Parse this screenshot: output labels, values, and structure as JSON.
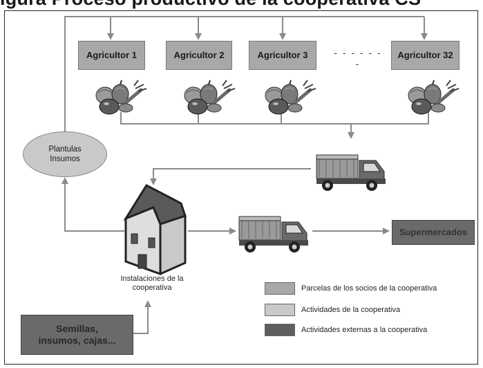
{
  "caption": "igura   Proceso productivo de la cooperativa CS",
  "farmers": [
    {
      "label": "Agricultor 1"
    },
    {
      "label": "Agricultor 2"
    },
    {
      "label": "Agricultor 3"
    },
    {
      "label": "Agricultor 32"
    }
  ],
  "ellipsis": "- - - - - - -",
  "plantulas": {
    "line1": "Plantulas",
    "line2": "Insumos"
  },
  "installations": {
    "line1": "Instalaciones de la",
    "line2": "cooperativa"
  },
  "supermarkets": "Supermercados",
  "supplies": {
    "line1": "Semillas,",
    "line2": "insumos, cajas..."
  },
  "legend": [
    {
      "label": "Parcelas de los socios de la cooperativa",
      "color": "#a8a8a8"
    },
    {
      "label": "Actividades de la cooperativa",
      "color": "#c9c9c9"
    },
    {
      "label": "Actividades externas a la cooperativa",
      "color": "#5e5e5e"
    }
  ],
  "colors": {
    "arrow": "#8a8a8a",
    "farmer_box": "#a8a8a8",
    "cooperative": "#c9c9c9",
    "external": "#5e5e5e"
  },
  "icons": [
    "vegetables-icon",
    "truck-icon",
    "house-icon"
  ]
}
